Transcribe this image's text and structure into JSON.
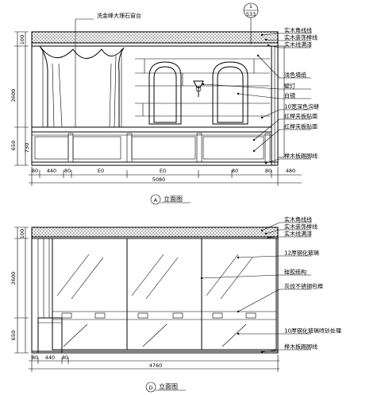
{
  "elevation_a": {
    "title": "立面图",
    "symbol_letter": "A",
    "section_ref_top": "1",
    "section_ref_bottom": "S33",
    "top_callout": "洗金峰大理石窗台",
    "callouts": [
      "实木角线线",
      "实木装饰榉线",
      "实木线满漆",
      "浅色墙纸",
      "壁灯",
      "白镜",
      "10宽深色沟缝",
      "红榉夹板贴面",
      "红榉夹板贴面",
      "榉木板踢脚线"
    ],
    "dim_left": [
      "100",
      "2600",
      "650",
      "730"
    ],
    "dim_bottom": [
      "80",
      "440",
      "80",
      "E0",
      "E0",
      "80",
      "80",
      "480"
    ],
    "dim_total": "5080"
  },
  "elevation_d": {
    "title": "立面图",
    "symbol_letter": "D",
    "callouts": [
      "实木角线线",
      "实木装饰榉线",
      "实木线满漆",
      "12厚钢化玻璃",
      "硅胶结构",
      "灰纹不锈钢包框",
      "10厚钢化玻璃喷砂处理",
      "榉木板踢脚线"
    ],
    "dim_left": [
      "100",
      "2600",
      "650"
    ],
    "dim_bottom": [
      "80",
      "440",
      "80"
    ],
    "dim_total": "4760"
  }
}
